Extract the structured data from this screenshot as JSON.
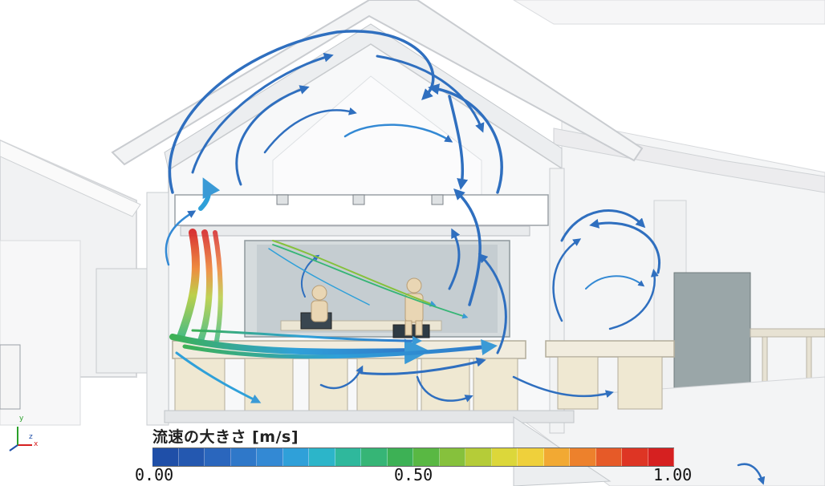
{
  "legend": {
    "title": "流速の大きさ [m/s]",
    "ticks": [
      {
        "label": "0.00",
        "value": 0.0
      },
      {
        "label": "0.50",
        "value": 0.5
      },
      {
        "label": "1.00",
        "value": 1.0
      }
    ],
    "colors": [
      "#1f4fa8",
      "#2458b0",
      "#2a66bd",
      "#2f78c9",
      "#3389d4",
      "#2fa0d9",
      "#2cb5c9",
      "#2fb89c",
      "#36b576",
      "#3db155",
      "#59b843",
      "#86c13c",
      "#b5cc38",
      "#dcd73a",
      "#efd03b",
      "#f2a933",
      "#ed812c",
      "#e65a28",
      "#de3524",
      "#d62020"
    ]
  },
  "axes_triad": {
    "x_label": "x",
    "y_label": "y",
    "z_label": "z",
    "x_color": "#d62020",
    "y_color": "#2aa02a",
    "z_color": "#1f4fa8"
  }
}
